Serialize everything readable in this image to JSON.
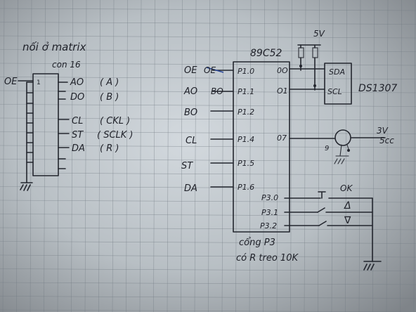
{
  "left": {
    "title": "nối ở matrix",
    "chip_label": "con 16",
    "oe": "OE",
    "pin1": "1",
    "pins": [
      {
        "name": "AO",
        "desc": "( A )"
      },
      {
        "name": "DO",
        "desc": "( B )"
      },
      {
        "name": "CL",
        "desc": "( CKL )"
      },
      {
        "name": "ST",
        "desc": "( SCLK )"
      },
      {
        "name": "DA",
        "desc": "( R )"
      }
    ]
  },
  "mcu": {
    "name": "89C52",
    "left_signals": [
      "OE",
      "AO",
      "BO",
      "CL",
      "ST",
      "DA"
    ],
    "left_pins": [
      "P1.0",
      "P1.1",
      "P1.2",
      "P1.4",
      "P1.5",
      "P1.6"
    ],
    "right_pins": [
      "0O",
      "O1",
      "07"
    ],
    "p3_pins": [
      "P3.0",
      "P3.1",
      "P3.2"
    ],
    "overstrike": [
      "OE",
      "BO"
    ]
  },
  "ds1307": {
    "name": "DS1307",
    "pins": [
      "SDA",
      "SCL"
    ],
    "supply": "5V"
  },
  "buzzer": {
    "supply": "3V",
    "ref": "5cc",
    "label": "9"
  },
  "buttons": [
    "OK",
    "Δ",
    "∇"
  ],
  "notes": [
    "cổng P3",
    "có R treo 10K"
  ]
}
